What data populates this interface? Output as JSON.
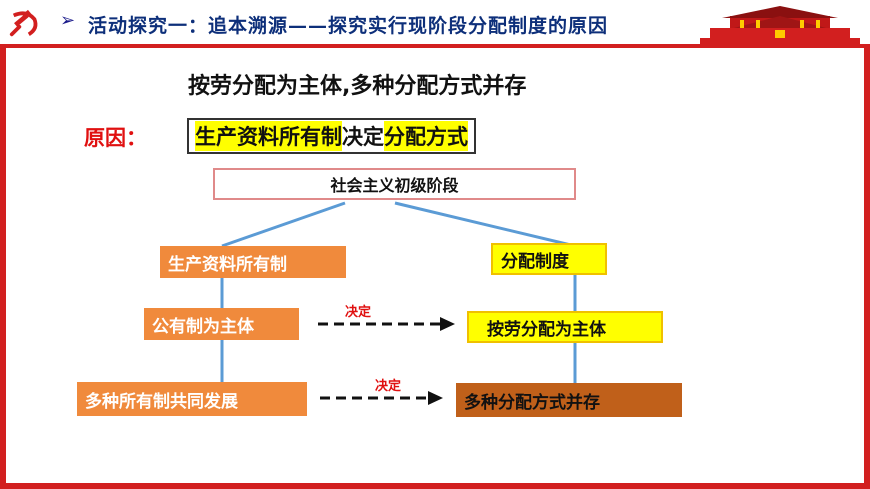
{
  "header": {
    "arrow_symbol": "➢",
    "title": "活动探究一：追本溯源——探究实行现阶段分配制度的原因"
  },
  "main_title": "按劳分配为主体,多种分配方式并存",
  "reason": {
    "label": "原因：",
    "part1": "生产资料所有制",
    "part2": "决定",
    "part3": "分配方式"
  },
  "diagram": {
    "root": "社会主义初级阶段",
    "left": {
      "top": "生产资料所有制",
      "middle": "公有制为主体",
      "bottom": "多种所有制共同发展"
    },
    "right": {
      "top": "分配制度",
      "middle": "按劳分配为主体",
      "bottom": "多种分配方式并存"
    },
    "arrow_label_1": "决定",
    "arrow_label_2": "决定"
  },
  "colors": {
    "frame": "#d21f1f",
    "orange": "#f08a3c",
    "yellow": "#ffff00",
    "brown": "#c0601a",
    "connector": "#5b9bd5"
  },
  "icons": [
    "party-emblem-icon",
    "tiananmen-icon"
  ]
}
